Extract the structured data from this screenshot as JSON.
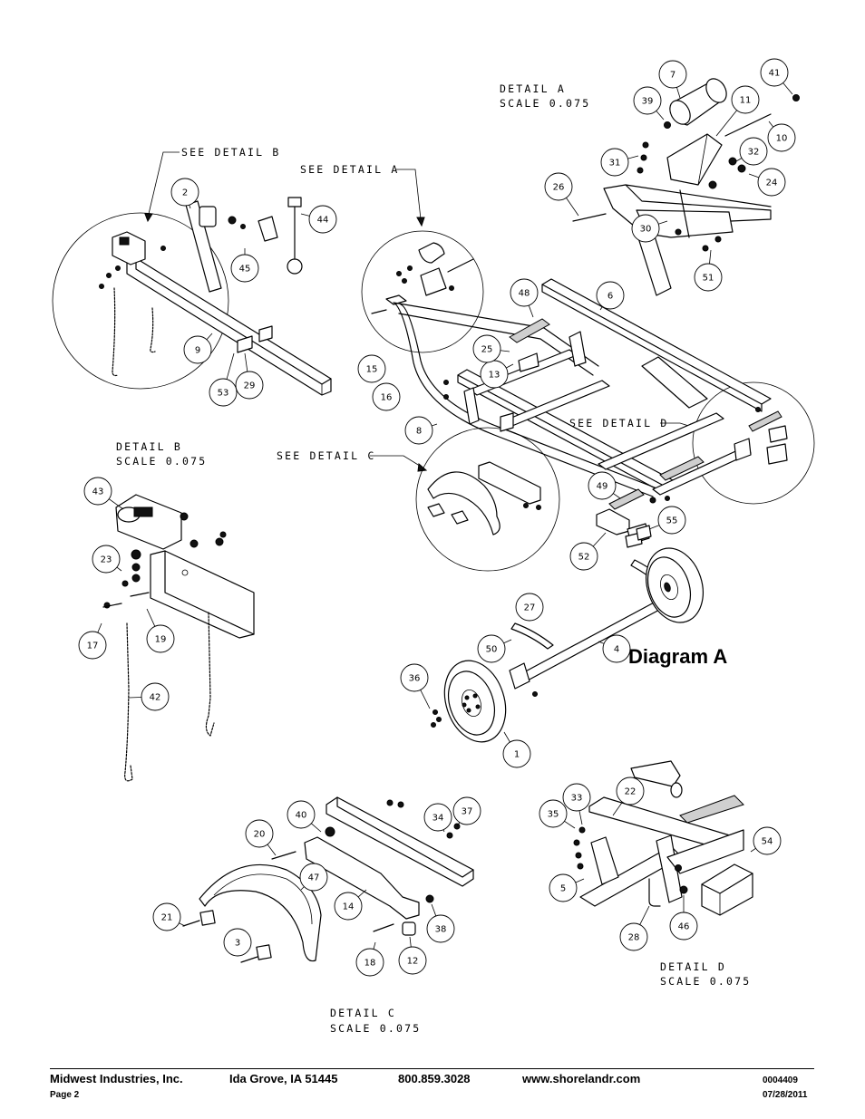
{
  "diagram": {
    "title": "Diagram A",
    "detail_labels": [
      {
        "id": "detail-a",
        "line1": "DETAIL  A",
        "line2": "SCALE  0.075"
      },
      {
        "id": "detail-b",
        "line1": "DETAIL  B",
        "line2": "SCALE  0.075"
      },
      {
        "id": "detail-c",
        "line1": "DETAIL  C",
        "line2": "SCALE  0.075"
      },
      {
        "id": "detail-d",
        "line1": "DETAIL  D",
        "line2": "SCALE  0.075"
      }
    ],
    "callouts": {
      "see_detail_a": "SEE DETAIL  A",
      "see_detail_b": "SEE DETAIL  B",
      "see_detail_c": "SEE DETAIL  C",
      "see_detail_d": "SEE DETAIL  D"
    },
    "part_numbers": [
      "1",
      "2",
      "3",
      "4",
      "5",
      "6",
      "7",
      "8",
      "9",
      "10",
      "11",
      "12",
      "13",
      "14",
      "15",
      "16",
      "17",
      "18",
      "19",
      "20",
      "21",
      "22",
      "23",
      "24",
      "25",
      "26",
      "27",
      "28",
      "29",
      "30",
      "31",
      "32",
      "33",
      "34",
      "35",
      "36",
      "37",
      "38",
      "39",
      "40",
      "41",
      "42",
      "43",
      "44",
      "45",
      "46",
      "47",
      "48",
      "49",
      "50",
      "51",
      "52",
      "53",
      "54",
      "55"
    ]
  },
  "footer": {
    "company": "Midwest Industries, Inc.",
    "city": "Ida Grove, IA  51445",
    "phone": "800.859.3028",
    "website": "www.shorelandr.com",
    "doc_number": "0004409",
    "page": "Page 2",
    "date": "07/28/2011"
  }
}
